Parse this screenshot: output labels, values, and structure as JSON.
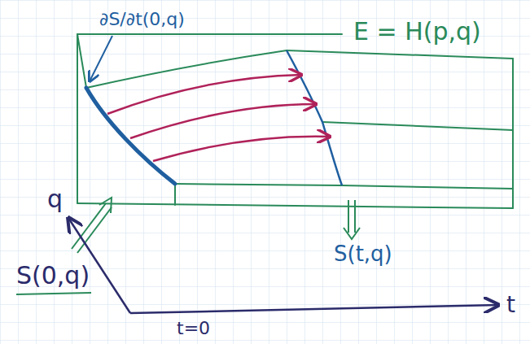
{
  "diagram": {
    "labels": [
      "∂S/∂t(0,q)",
      "E = H(p,q)",
      "q",
      "S(0,q)",
      "t",
      "t=0",
      "S(t,q)"
    ]
  }
}
